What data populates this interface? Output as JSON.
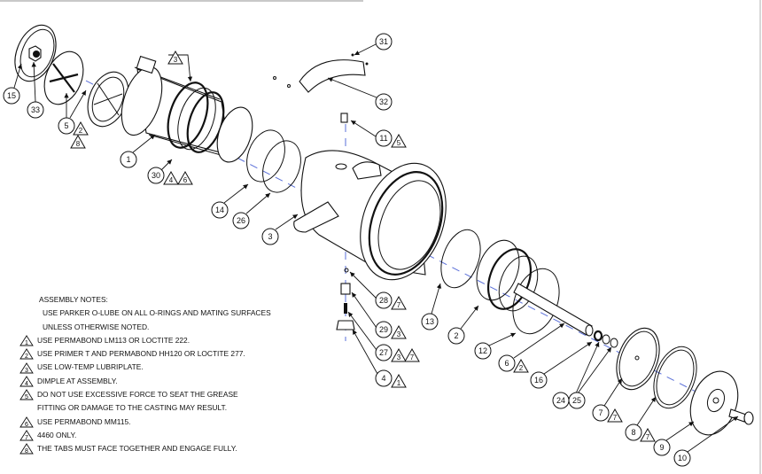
{
  "title": "ASSEMBLY NOTES:",
  "general_notes": [
    "USE PARKER O-LUBE ON ALL O-RINGS AND MATING SURFACES",
    "UNLESS OTHERWISE NOTED."
  ],
  "flag_notes": [
    {
      "flag": "1",
      "text": "USE PERMABOND LM113 OR LOCTITE 222."
    },
    {
      "flag": "2",
      "text": "USE PRIMER T AND PERMABOND HH120 OR LOCTITE 277."
    },
    {
      "flag": "3",
      "text": "USE LOW-TEMP LUBRIPLATE."
    },
    {
      "flag": "4",
      "text": "DIMPLE AT ASSEMBLY."
    },
    {
      "flag": "5",
      "text": "DO NOT USE EXCESSIVE FORCE  TO SEAT THE GREASE",
      "cont": "FITTING OR DAMAGE TO THE CASTING MAY RESULT."
    },
    {
      "flag": "6",
      "text": "USE PERMABOND MM115."
    },
    {
      "flag": "7",
      "text": "4460 ONLY."
    },
    {
      "flag": "8",
      "text": "THE TABS MUST FACE TOGETHER AND ENGAGE FULLY."
    }
  ],
  "balloons": {
    "b15": "15",
    "b33": "33",
    "b5": "5",
    "b1": "1",
    "b30": "30",
    "b31": "31",
    "b32": "32",
    "b11": "11",
    "b14": "14",
    "b26": "26",
    "b3": "3",
    "b28": "28",
    "b29": "29",
    "b27": "27",
    "b4": "4",
    "b13": "13",
    "b2": "2",
    "b12": "12",
    "b6": "6",
    "b16": "16",
    "b24": "24",
    "b25": "25",
    "b7": "7",
    "b8": "8",
    "b9": "9",
    "b10": "10"
  },
  "flags": {
    "f5a": "2",
    "f5b": "8",
    "f30a": "4",
    "f30b": "6",
    "f1top": "3",
    "f11": "5",
    "f28": "7",
    "f29": "3",
    "f27a": "3",
    "f27b": "7",
    "f4": "1",
    "f6": "2",
    "f7": "7",
    "f8": "7"
  }
}
